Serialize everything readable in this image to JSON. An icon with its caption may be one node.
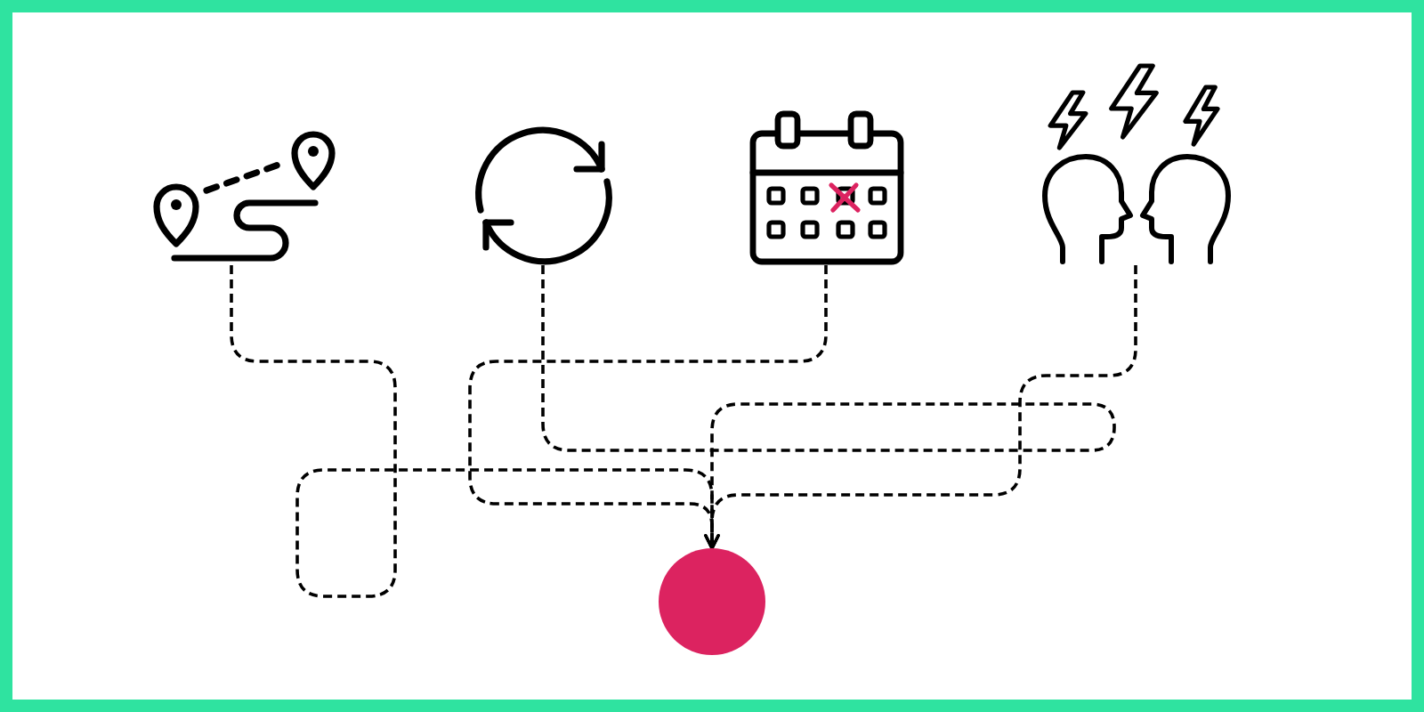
{
  "diagram": {
    "nodes": [
      {
        "text": [],
        "shape": "picture"
      },
      {
        "text": [],
        "shape": "picture"
      },
      {
        "text": [],
        "shape": "picture"
      },
      {
        "text": [],
        "shape": "picture"
      },
      {
        "text": [],
        "shape": "circle"
      }
    ],
    "edges": [
      {
        "from": 0,
        "to": 4,
        "arrow": "to",
        "style": "dashed"
      },
      {
        "from": 1,
        "to": 4,
        "arrow": "to",
        "style": "dashed"
      },
      {
        "from": 2,
        "to": 4,
        "arrow": "to",
        "style": "dashed"
      },
      {
        "from": 3,
        "to": 4,
        "arrow": "to",
        "style": "dashed"
      }
    ]
  }
}
